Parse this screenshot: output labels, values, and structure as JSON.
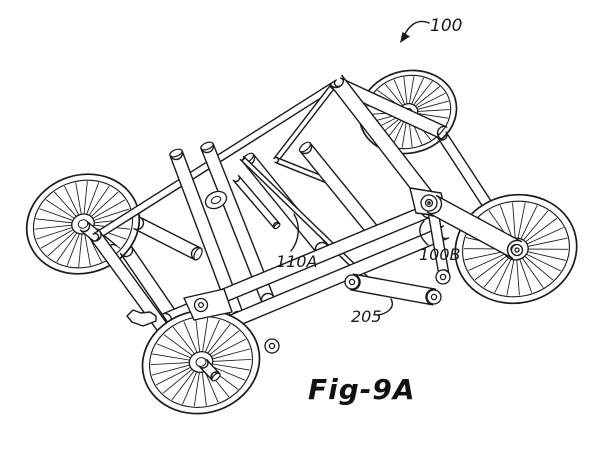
{
  "figure": {
    "caption": "Fig-9A",
    "reference_labels": {
      "assembly": "100",
      "shaft": "110A",
      "frame_section": "100B",
      "link": "205"
    },
    "colors": {
      "ink": "#1a1a1a",
      "background": "#ffffff"
    }
  }
}
